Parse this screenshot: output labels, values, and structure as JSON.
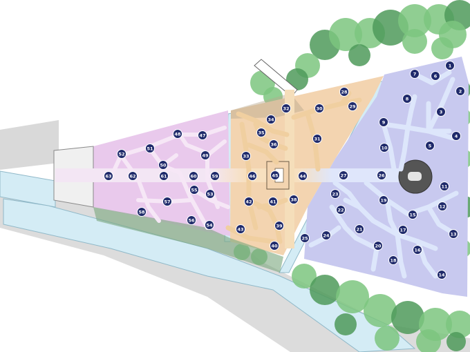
{
  "colors": {
    "background": "#ffffff",
    "gray_land": "#d9d9d9",
    "water": "#d4ecf5",
    "water_edge": "#8fb8c8",
    "tree_dark": "#4f9a5b",
    "tree_light": "#7cc57f",
    "zone_pink": "#e9c9ec",
    "zone_orange": "#f3d4b0",
    "zone_blue": "#c8c9ef",
    "path_blue": "#dde6fb",
    "path_pink": "#f6e7f6",
    "path_orange": "#f5deba",
    "marker_fill": "#1f2a6b"
  },
  "markers": [
    {
      "id": "1"
    },
    {
      "id": "2"
    },
    {
      "id": "3"
    },
    {
      "id": "4"
    },
    {
      "id": "5"
    },
    {
      "id": "6"
    },
    {
      "id": "7"
    },
    {
      "id": "8"
    },
    {
      "id": "9"
    },
    {
      "id": "10"
    },
    {
      "id": "11"
    },
    {
      "id": "12"
    },
    {
      "id": "13"
    },
    {
      "id": "14"
    },
    {
      "id": "15"
    },
    {
      "id": "16"
    },
    {
      "id": "17"
    },
    {
      "id": "18"
    },
    {
      "id": "19"
    },
    {
      "id": "20"
    },
    {
      "id": "21"
    },
    {
      "id": "22"
    },
    {
      "id": "23"
    },
    {
      "id": "24"
    },
    {
      "id": "25"
    },
    {
      "id": "26"
    },
    {
      "id": "27"
    },
    {
      "id": "28"
    },
    {
      "id": "29"
    },
    {
      "id": "30"
    },
    {
      "id": "31"
    },
    {
      "id": "32"
    },
    {
      "id": "33"
    },
    {
      "id": "34"
    },
    {
      "id": "35"
    },
    {
      "id": "36"
    },
    {
      "id": "37"
    },
    {
      "id": "38"
    },
    {
      "id": "39"
    },
    {
      "id": "40"
    },
    {
      "id": "41"
    },
    {
      "id": "42"
    },
    {
      "id": "43"
    },
    {
      "id": "44"
    },
    {
      "id": "45"
    },
    {
      "id": "46"
    },
    {
      "id": "47"
    },
    {
      "id": "48"
    },
    {
      "id": "49"
    },
    {
      "id": "50"
    },
    {
      "id": "51"
    },
    {
      "id": "52"
    },
    {
      "id": "53"
    },
    {
      "id": "54"
    },
    {
      "id": "55"
    },
    {
      "id": "56"
    },
    {
      "id": "57"
    },
    {
      "id": "58"
    },
    {
      "id": "59"
    },
    {
      "id": "60"
    },
    {
      "id": "61"
    },
    {
      "id": "62"
    },
    {
      "id": "63"
    }
  ]
}
